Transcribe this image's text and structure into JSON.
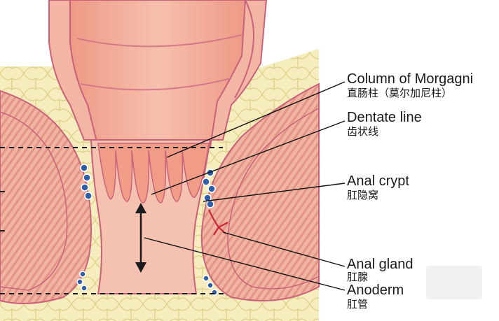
{
  "labels": {
    "column_of_morgagni": {
      "en": "Column of Morgagni",
      "zh": "直肠柱（莫尔加尼柱）"
    },
    "dentate_line": {
      "en": "Dentate line",
      "zh": "齿状线"
    },
    "anal_crypt": {
      "en": "Anal crypt",
      "zh": "肛隐窝"
    },
    "anal_gland": {
      "en": "Anal gland",
      "zh": "肛腺"
    },
    "anoderm": {
      "en": "Anoderm",
      "zh": "肛管"
    }
  },
  "colors": {
    "fat_yellow": "#f5edbd",
    "fat_cell_line": "#e0d38d",
    "mucosa_pink": "#f0a08c",
    "mucosa_light": "#f6c4b2",
    "tissue_outline": "#c9627a",
    "muscle_fill": "#f1b3a2",
    "muscle_stripe": "#e08f82",
    "gland_blue": "#2f5fa8",
    "gland_red": "#c8283a",
    "leader_line": "#111111"
  }
}
